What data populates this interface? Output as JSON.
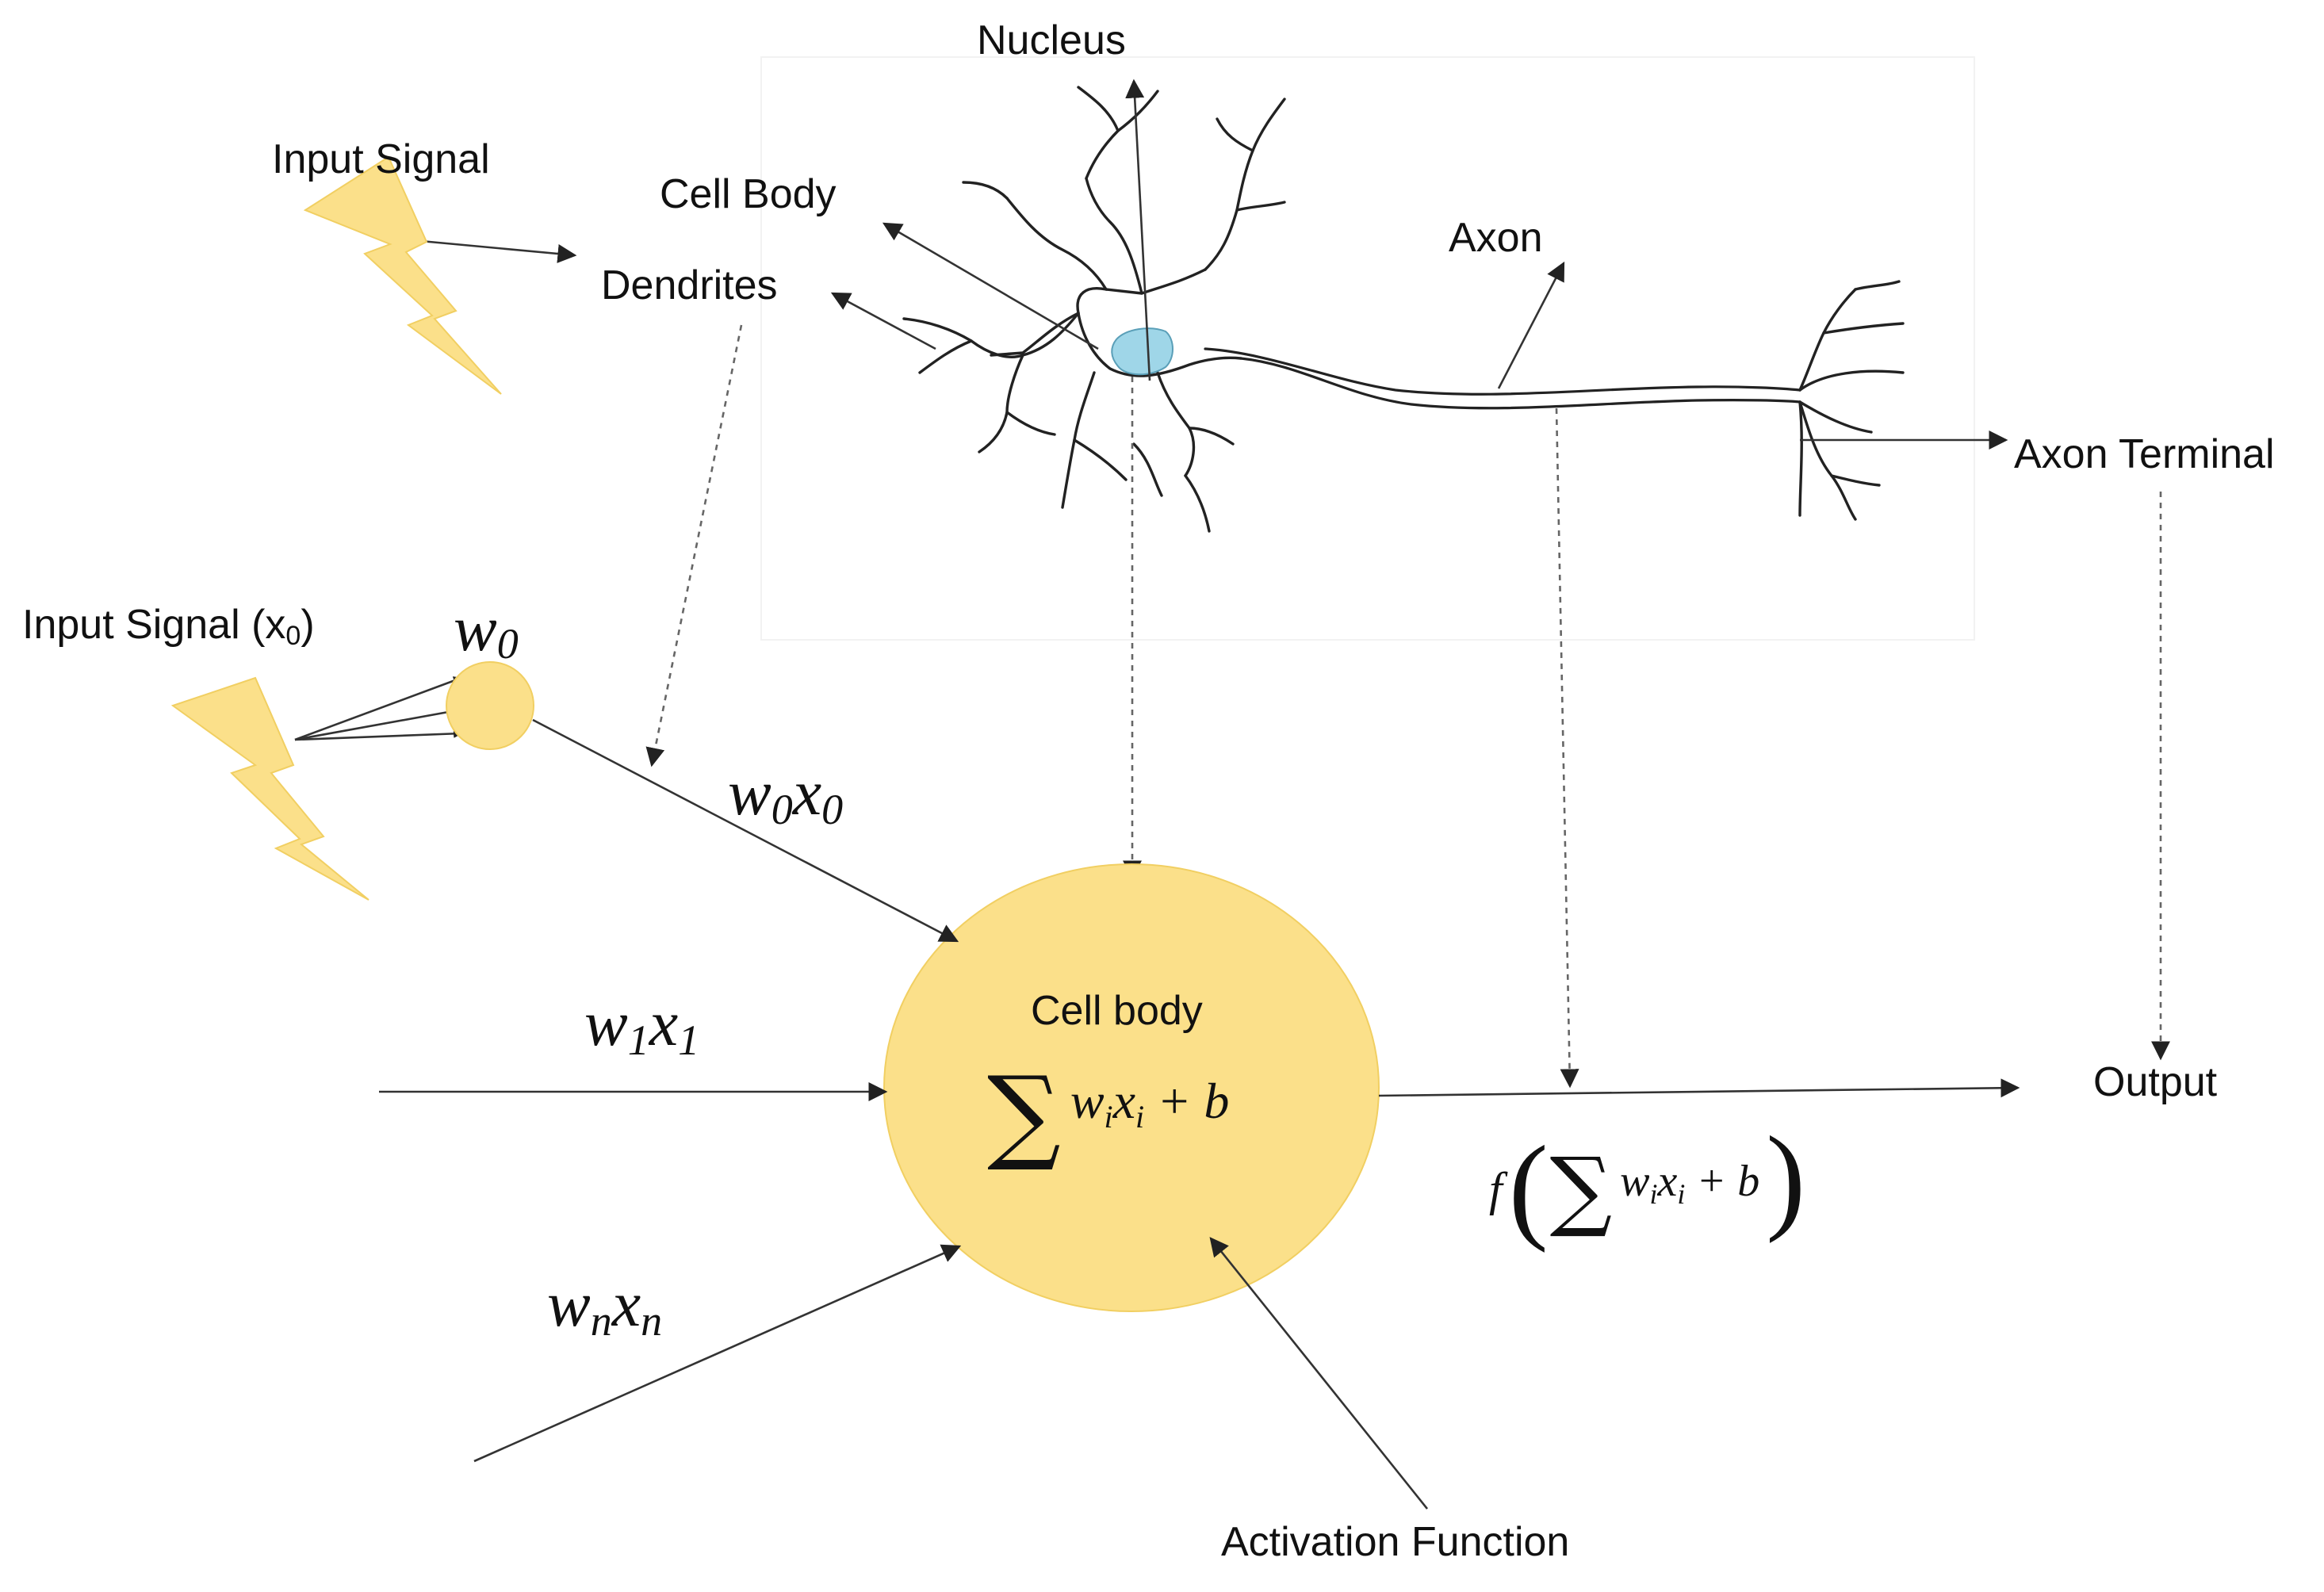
{
  "bio": {
    "nucleus": "Nucleus",
    "input_signal": "Input Signal",
    "cell_body": "Cell Body",
    "dendrites": "Dendrites",
    "axon": "Axon",
    "axon_terminal": "Axon Terminal"
  },
  "model": {
    "input_signal_x0_prefix": "Input Signal (x",
    "input_signal_x0_sub": "0",
    "input_signal_x0_suffix": ")",
    "w0_base": "w",
    "w0_sub": "0",
    "w0x0": {
      "w": "w",
      "w_sub": "0",
      "x": "x",
      "x_sub": "0"
    },
    "w1x1": {
      "w": "w",
      "w_sub": "1",
      "x": "x",
      "x_sub": "1"
    },
    "wnxn": {
      "w": "w",
      "w_sub": "n",
      "x": "x",
      "x_sub": "n"
    },
    "cell_body_label": "Cell body",
    "sum_formula": {
      "sigma": "∑",
      "w": "w",
      "i1": "i",
      "x": "x",
      "i2": "i",
      "rest": " + b"
    },
    "output_formula": {
      "f": "f",
      "open": "(",
      "sigma": "∑",
      "w": "w",
      "i1": "i",
      "x": "x",
      "i2": "i",
      "rest": " + b",
      "close": ")"
    },
    "output": "Output",
    "activation_function": "Activation Function"
  },
  "colors": {
    "neuron_fill": "#fbe08a",
    "lightning": "#fbe08a",
    "nucleus": "#9fd6e8",
    "line": "#333333"
  }
}
